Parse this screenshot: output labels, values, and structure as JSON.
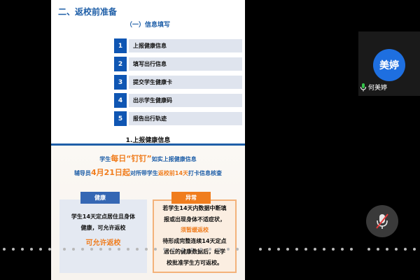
{
  "slide": {
    "section_title": "二、返校前准备",
    "sub_title": "（一）信息填写",
    "steps": [
      {
        "num": "1",
        "label": "上报健康信息"
      },
      {
        "num": "2",
        "label": "填写出行信息"
      },
      {
        "num": "3",
        "label": "提交学生健康卡"
      },
      {
        "num": "4",
        "label": "出示学生健康码"
      },
      {
        "num": "5",
        "label": "报告出行轨迹"
      }
    ],
    "detail_title": "1.上报健康信息",
    "line1": {
      "prefix": "学生",
      "emph1": "每日",
      "emph2": "“钉钉”",
      "suffix": "如实上报健康信息"
    },
    "line2": {
      "prefix": "辅导员",
      "date": "4月21日起",
      "mid": "对所带学生",
      "emph": "返校前14天",
      "suffix": "打卡信息核查"
    },
    "healthy": {
      "tab": "健康",
      "line1": "学生14天定点居住且身体",
      "line2": "健康，可允许返校",
      "strong": "可允许返校"
    },
    "abnormal": {
      "tab": "异常",
      "lines": [
        "若学生14天内数据中断填",
        "报或出现身体不适症状，",
        "须暂缓返校",
        "待形成完整连续14天定点",
        "居住的健康数据后，经学",
        "校批准学生方可返校。"
      ]
    }
  },
  "participant": {
    "avatar_text": "美婷",
    "name": "何美婷"
  },
  "colors": {
    "accent": "#1f5fa8",
    "orange": "#f07d1e",
    "step_num_bg": "#0f56b3",
    "avatar_bg": "#1e6fe0"
  },
  "icons": {
    "mic": "mic-icon",
    "muted_mic": "mic-off-icon"
  }
}
